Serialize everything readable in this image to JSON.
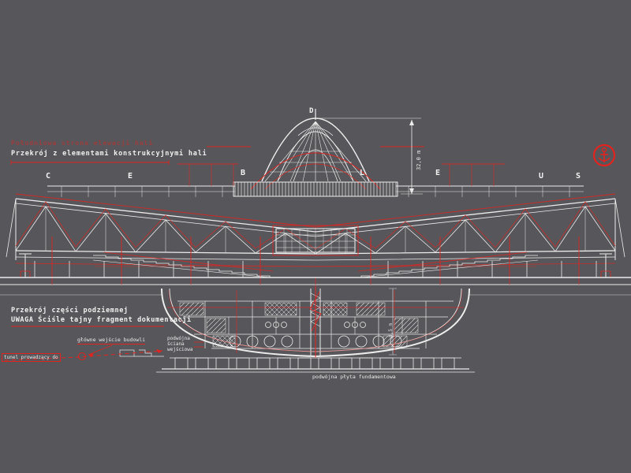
{
  "colors": {
    "background": "#57575b",
    "ink": "#ececec",
    "red": "#e02420"
  },
  "titles": {
    "faded_red": "Południowa strona elewacji hali",
    "main": "Przekrój z elementami konstrukcyjnymi hali",
    "underground": "Przekrój części podziemnej",
    "warning": "UWAGA Ściśle tajny fragment dokumentacji"
  },
  "labels": {
    "tunnel": "tunel prowadzący do",
    "entrance": "główne wejście budowli",
    "entry_wall": "podwójna\nściana\nwejściowa",
    "foundation": "podwójna płyta fundamentowa",
    "dim_height": "32,0 m",
    "dim_depth": "8,5 m",
    "dome_letter": "D"
  },
  "axis_letters": [
    "C",
    "E",
    "B",
    "L",
    "E",
    "U",
    "S"
  ]
}
